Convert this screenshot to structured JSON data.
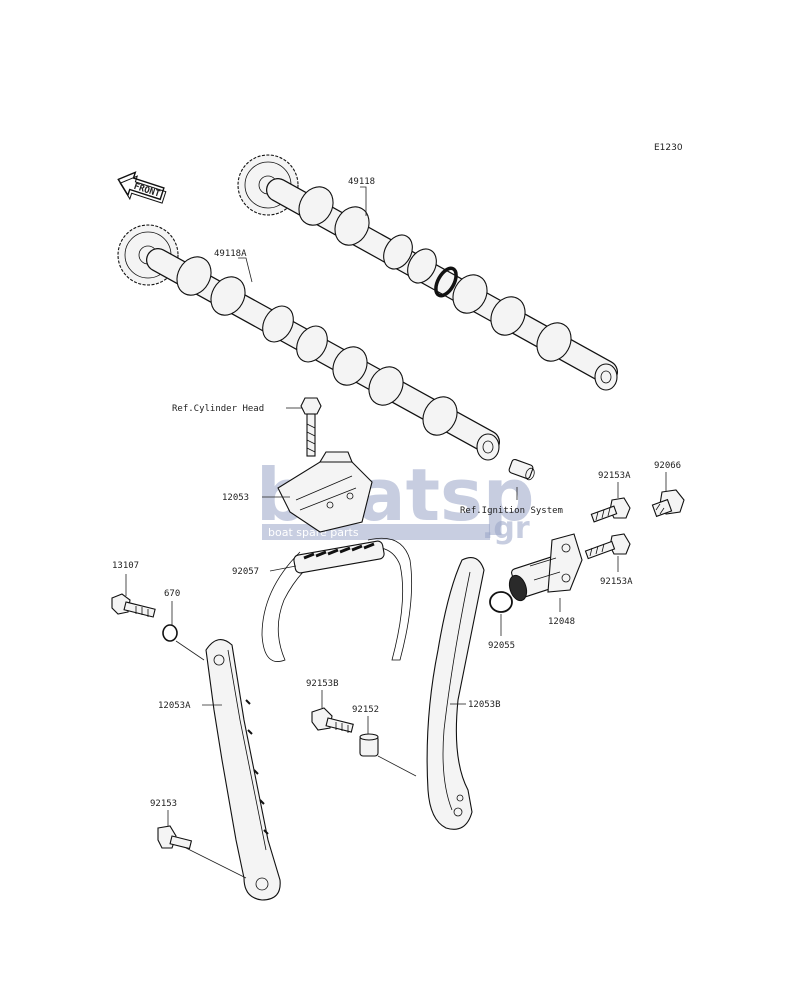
{
  "diagram_code": "E1230",
  "front_arrow": {
    "text": "FRONT",
    "icon": "front-arrow-icon"
  },
  "refs": {
    "cylinder_head": "Ref.Cylinder Head",
    "ignition_system": "Ref.Ignition System"
  },
  "parts": {
    "camshaft_exhaust": "49118",
    "camshaft_intake": "49118A",
    "guide_chain_upper": "12053",
    "chain": "92057",
    "bolt_13107": "13107",
    "o_ring_670": "670",
    "guide_chain_a": "12053A",
    "bolt_92153": "92153",
    "bolt_92153b": "92153B",
    "collar_92152": "92152",
    "guide_chain_b": "12053B",
    "o_ring_92055": "92055",
    "tensioner": "12048",
    "bolt_92153a_top": "92153A",
    "bolt_92153a_bottom": "92153A",
    "cap_92066": "92066"
  },
  "watermark": {
    "brand": "boatsp.gr",
    "tagline": "boat spare parts"
  }
}
